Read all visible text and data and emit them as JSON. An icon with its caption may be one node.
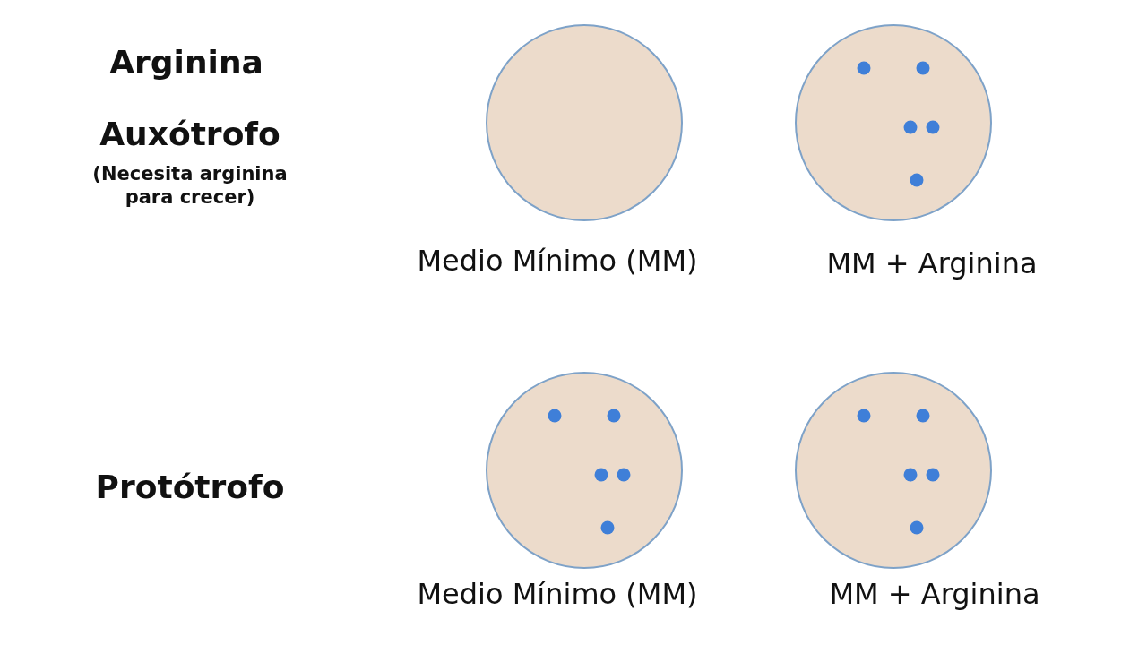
{
  "diagram": {
    "nodes": [
      {
        "text": [],
        "shape": "circle",
        "beside": [
          "Medio Mínimo (MM)"
        ]
      },
      {
        "text": [],
        "shape": "circle",
        "beside": [
          "MM + Arginina"
        ]
      },
      {
        "text": [],
        "shape": "circle",
        "beside": [
          "Medio Mínimo (MM)"
        ]
      },
      {
        "text": [],
        "shape": "circle",
        "beside": [
          "MM + Arginina"
        ]
      }
    ],
    "edges": [],
    "labels": [
      "Arginina",
      "Auxótrofo",
      "(Necesita arginina para crecer)",
      "Protótrofo"
    ]
  }
}
